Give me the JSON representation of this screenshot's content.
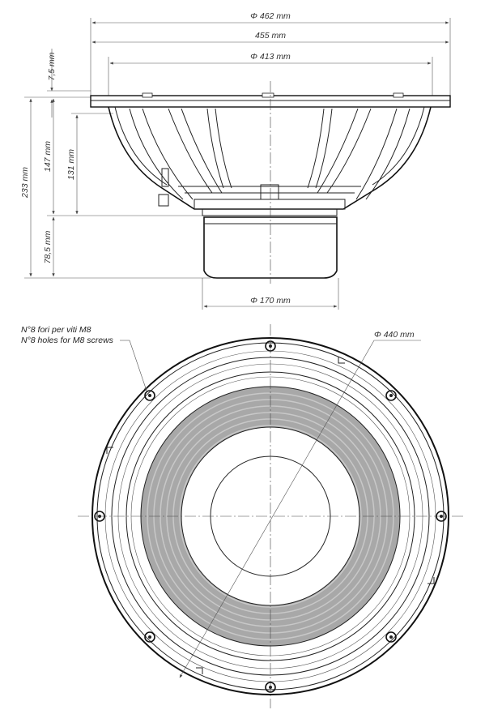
{
  "side_view": {
    "dim_outer_diameter": "Φ 462 mm",
    "dim_width": "455 mm",
    "dim_baffle_diameter": "Φ 413 mm",
    "dim_flange_thickness": "7,5 mm",
    "dim_total_depth": "233 mm",
    "dim_frame_depth": "147 mm",
    "dim_basket_depth": "131 mm",
    "dim_magnet_depth": "78,5 mm",
    "dim_magnet_diameter": "Φ 170 mm"
  },
  "front_view": {
    "note_line_1": "N°8 fori per viti M8",
    "note_line_2": "N°8 holes for M8 screws",
    "dim_bolt_circle": "Φ 440 mm",
    "screw_hole_count": 8
  }
}
